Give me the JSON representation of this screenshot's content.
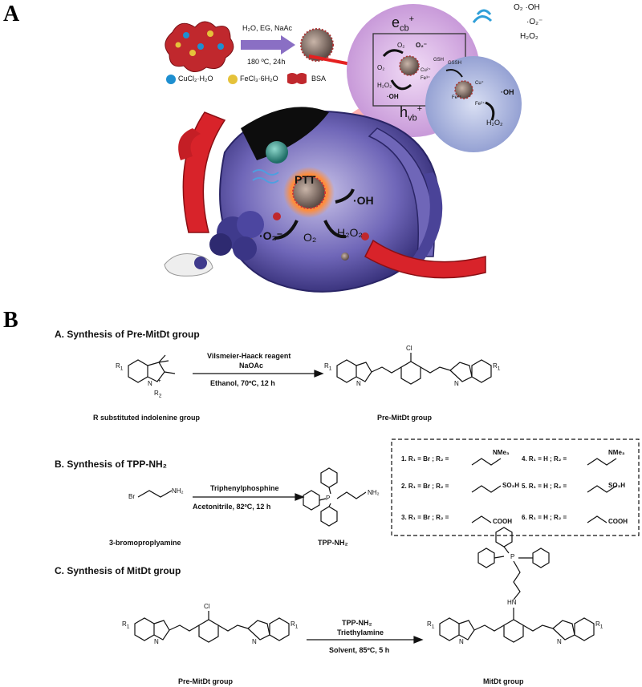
{
  "panels": {
    "a": "A",
    "b": "B"
  },
  "panel_a": {
    "reaction_conditions": "H₂O, EG, NaAc",
    "reaction_temp_time": "180 ºC, 24h",
    "legend": {
      "cu": "CuCl₂·H₂O",
      "fe": "FeCl₃·6H₂O",
      "bsa": "BSA"
    },
    "band": {
      "ecb": "e",
      "ecb_sub": "cb",
      "ecb_sup": "+",
      "hvb": "h",
      "hvb_sub": "vb",
      "hvb_sup": "+"
    },
    "radicals_top": {
      "o2_oh": "O₂ ·OH",
      "o2minus": "·O₂⁻",
      "h2o2": "H₂O₂"
    },
    "inset": {
      "o2a": "O₂",
      "o2b": "O₂",
      "o2minus": "O₂⁻",
      "h2o2": "H₂O₂",
      "oh": "·OH",
      "gsh": "GSH",
      "gssh": "GSSH",
      "cu1": "Cu²⁺",
      "fe1": "Fe³⁺",
      "cu2": "Cu⁺",
      "fe2": "Fe²⁺",
      "fe3": "Fe²⁺",
      "oh2": "·OH",
      "h2o2b": "H₂O₂"
    },
    "cell": {
      "ptt": "PTT",
      "oh": "·OH",
      "o2minus": "·O₂⁻",
      "o2": "O₂",
      "h2o2": "H₂O₂"
    }
  },
  "panel_b": {
    "section_a": {
      "title": "A. Synthesis of Pre-MitDt group",
      "reagent1": "Vilsmeier-Haack reagent",
      "reagent2": "NaOAc",
      "conditions": "Ethanol, 70ºC, 12 h",
      "start_caption": "R substituted indolenine group",
      "product_caption": "Pre-MitDt group"
    },
    "section_b": {
      "title": "B. Synthesis of TPP-NH₂",
      "reagent": "Triphenylphosphine",
      "conditions": "Acetonitrile, 82ºC, 12 h",
      "start_caption": "3-bromoproplyamine",
      "product_caption": "TPP-NH₂",
      "substituents": [
        {
          "label": "1. R₁ = Br ; R₂ =",
          "group": "NMe₃"
        },
        {
          "label": "2. R₁ = Br ; R₂ =",
          "group": "SO₃H"
        },
        {
          "label": "3. R₁ = Br ; R₂ =",
          "group": "COOH"
        },
        {
          "label": "4. R₁ = H ; R₂ =",
          "group": "NMe₃"
        },
        {
          "label": "5. R₁ = H ; R₂ =",
          "group": "SO₃H"
        },
        {
          "label": "6. R₁ = H ; R₂ =",
          "group": "COOH"
        }
      ]
    },
    "section_c": {
      "title": "C. Synthesis of MitDt group",
      "reagent1": "TPP-NH₂",
      "reagent2": "Triethylamine",
      "conditions": "Solvent, 85ºC, 5 h",
      "start_caption": "Pre-MitDt group",
      "product_caption": "MitDt group"
    },
    "atoms": {
      "r1": "R",
      "r1sub": "1",
      "r2": "R",
      "r2sub": "2",
      "n": "N",
      "cl": "Cl",
      "br": "Br",
      "nh2": "NH₂",
      "p": "P",
      "hn": "HN",
      "plus": "+"
    }
  }
}
